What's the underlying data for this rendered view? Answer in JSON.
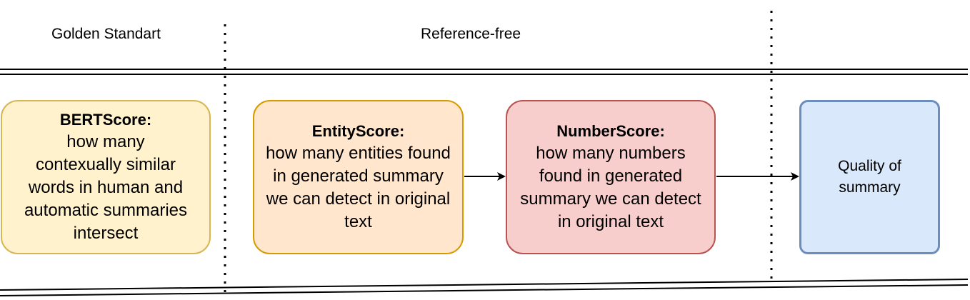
{
  "headers": {
    "golden": "Golden Standart",
    "reference_free": "Reference-free"
  },
  "boxes": {
    "bertscore": {
      "title": "BERTScore:",
      "lines": [
        "how many",
        "contexually similar",
        "words in human and",
        "automatic summaries",
        "intersect"
      ]
    },
    "entityscore": {
      "title": "EntityScore:",
      "lines": [
        "how many entities found",
        "in generated summary",
        "we can detect in original",
        "text"
      ]
    },
    "numberscore": {
      "title": "NumberScore:",
      "lines": [
        "how many numbers",
        "found in generated",
        "summary we can detect",
        "in original text"
      ]
    },
    "quality": {
      "lines": [
        "Quality of",
        "summary"
      ]
    }
  }
}
